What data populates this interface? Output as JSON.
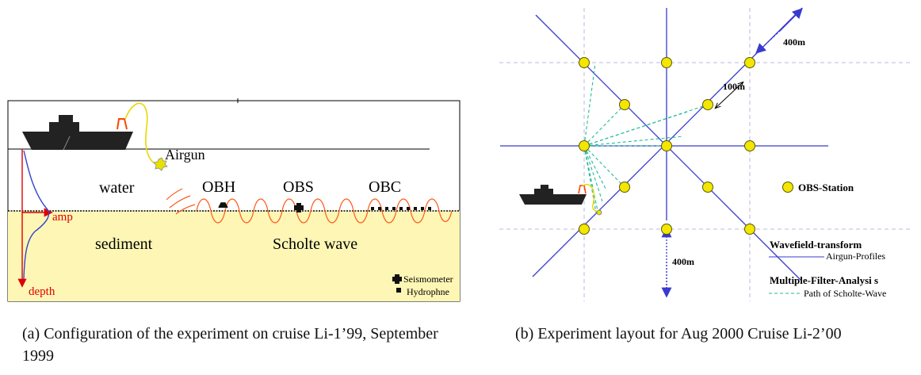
{
  "panel_a": {
    "labels": {
      "airgun": "Airgun",
      "water": "water",
      "obh": "OBH",
      "obs": "OBS",
      "obc": "OBC",
      "amp": "amp",
      "sediment": "sediment",
      "scholte": "Scholte wave",
      "depth": "depth",
      "legend_seismometer": "Seismometer",
      "legend_hydrophone": "Hydrophne"
    },
    "colors": {
      "sediment_fill": "#fdf6b5",
      "wave": "#ff5a1a",
      "arrow": "#e00000",
      "profile": "#3344cc",
      "ship": "#222222",
      "cable": "#e8d800"
    },
    "caption": "(a) Configuration of the experiment on cruise Li-1’99, September 1999"
  },
  "panel_b": {
    "labels": {
      "dist_400_top": "400m",
      "dist_100": "100m",
      "dist_400_bottom": "400m",
      "legend_obs": "OBS-Station",
      "legend_wavefield": "Wavefield-transform",
      "legend_airgun_profiles": "Airgun-Profiles",
      "legend_mfa": "Multiple-Filter-Analysi s",
      "legend_path": "Path of Scholte-Wave"
    },
    "colors": {
      "profile": "#3a3acf",
      "grid": "#b8b8e0",
      "station_fill": "#f3e600",
      "station_stroke": "#5a5a00",
      "scholte_path": "#22bb99",
      "ship": "#222222"
    },
    "caption": "(b) Experiment layout for Aug 2000 Cruise Li-2’00"
  }
}
